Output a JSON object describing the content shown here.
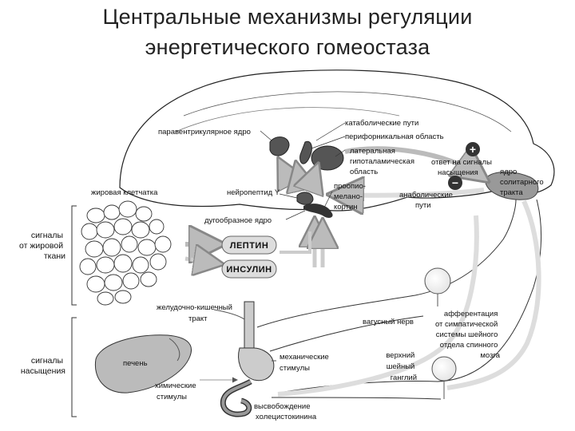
{
  "title": {
    "line1": "Центральные механизмы регуляции",
    "line2": "энергетического гомеостаза"
  },
  "side_labels": {
    "adipose_signals": [
      "сигналы",
      "от жировой",
      "ткани"
    ],
    "satiety_signals": [
      "сигналы",
      "насыщения"
    ]
  },
  "brain_labels": {
    "paraventricular": "паравентрикулярное ядро",
    "catabolic_paths": "катаболические пути",
    "perifornical": "перифорникальная область",
    "lateral_hypothalamic": [
      "латеральная",
      "гипоталамическая",
      "область"
    ],
    "response_to_signals": [
      "ответ на сигналы",
      "насыщения"
    ],
    "solitary_tract_nucleus": [
      "ядро",
      "солитарного",
      "тракта"
    ],
    "fat_tissue": "жировая клетчатка",
    "neuropeptide_y": "нейропептид Y",
    "proopiomelanocortin": [
      "проопио-",
      "меланo-",
      "кортин"
    ],
    "anabolic_paths": [
      "анаболические",
      "пути"
    ],
    "arcuate_nucleus": "дугообразное ядро"
  },
  "hormones": {
    "leptin": "ЛЕПТИН",
    "insulin": "ИНСУЛИН"
  },
  "body_labels": {
    "gi_tract": [
      "желудочно-кишечный",
      "тракт"
    ],
    "vagus_nerve": "вагусный нерв",
    "afferentation": [
      "афферентация",
      "от симпатической",
      "системы шейного",
      "отдела спинного",
      "мозга"
    ],
    "liver": "печень",
    "chemical_stimuli": [
      "химические",
      "стимулы"
    ],
    "mechanical_stimuli": [
      "механические",
      "стимулы"
    ],
    "upper_cervical_ganglion": [
      "верхний",
      "шейный",
      "ганглий"
    ],
    "cholecystokinin_release": [
      "высвобождение",
      "холецистокинина"
    ]
  },
  "signs": {
    "plus": "+",
    "minus": "−"
  },
  "colors": {
    "line": "#222222",
    "gray_tract": "#d9d9d9",
    "dark_nucleus": "#555555"
  }
}
